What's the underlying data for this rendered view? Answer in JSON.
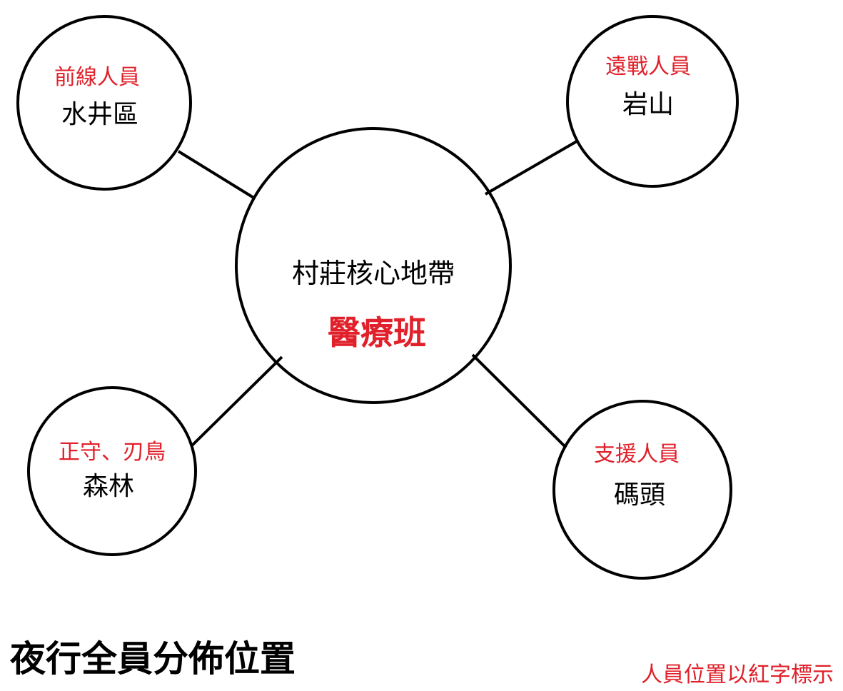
{
  "colors": {
    "accent_red": "#e0202a",
    "line": "#000000"
  },
  "center": {
    "location": "村莊核心地帶",
    "staff": "醫療班"
  },
  "nodes": [
    {
      "role": "前線人員",
      "location": "水井區"
    },
    {
      "role": "遠戰人員",
      "location": "岩山"
    },
    {
      "role": "正守、刃鳥",
      "location": "森林"
    },
    {
      "role": "支援人員",
      "location": "碼頭"
    }
  ],
  "title": "夜行全員分佈位置",
  "legend_note": "人員位置以紅字標示"
}
